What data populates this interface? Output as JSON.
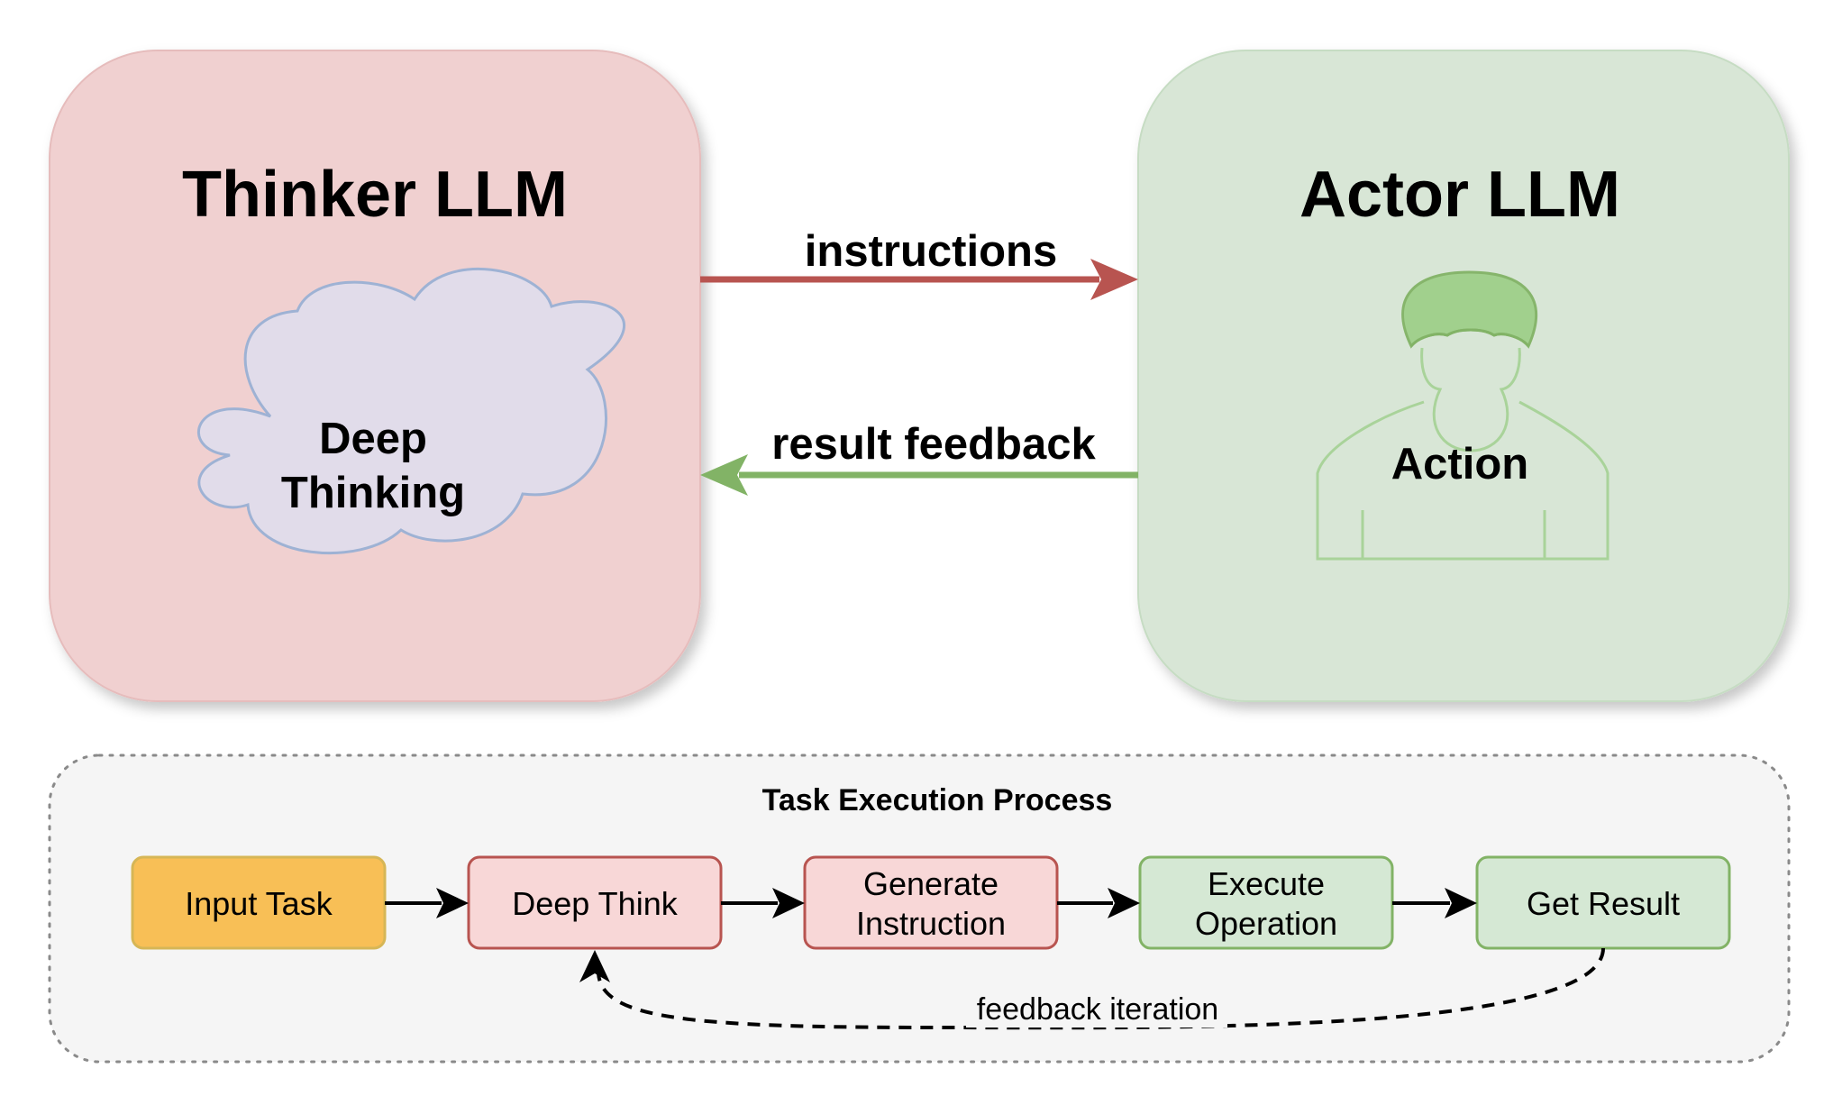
{
  "thinker": {
    "title": "Thinker LLM",
    "cloud_label_line1": "Deep",
    "cloud_label_line2": "Thinking",
    "fill": "#f0d0d0",
    "stroke": "#e6bcbc"
  },
  "actor": {
    "title": "Actor LLM",
    "figure_icon": "person-icon",
    "figure_label": "Action",
    "fill": "#d8e6d6",
    "stroke": "#c6dcc3"
  },
  "arrows": {
    "instructions_label": "instructions",
    "instructions_color": "#b85450",
    "feedback_label": "result feedback",
    "feedback_color": "#82b366"
  },
  "process": {
    "title": "Task Execution Process",
    "steps": [
      {
        "line1": "Input Task",
        "line2": "",
        "fill": "#f8bf56",
        "stroke": "#d6b656"
      },
      {
        "line1": "Deep Think",
        "line2": "",
        "fill": "#f8d7d7",
        "stroke": "#b85450"
      },
      {
        "line1": "Generate",
        "line2": "Instruction",
        "fill": "#f8d7d7",
        "stroke": "#b85450"
      },
      {
        "line1": "Execute",
        "line2": "Operation",
        "fill": "#d5e8d4",
        "stroke": "#82b366"
      },
      {
        "line1": "Get Result",
        "line2": "",
        "fill": "#d5e8d4",
        "stroke": "#82b366"
      }
    ],
    "loop_label": "feedback iteration"
  }
}
